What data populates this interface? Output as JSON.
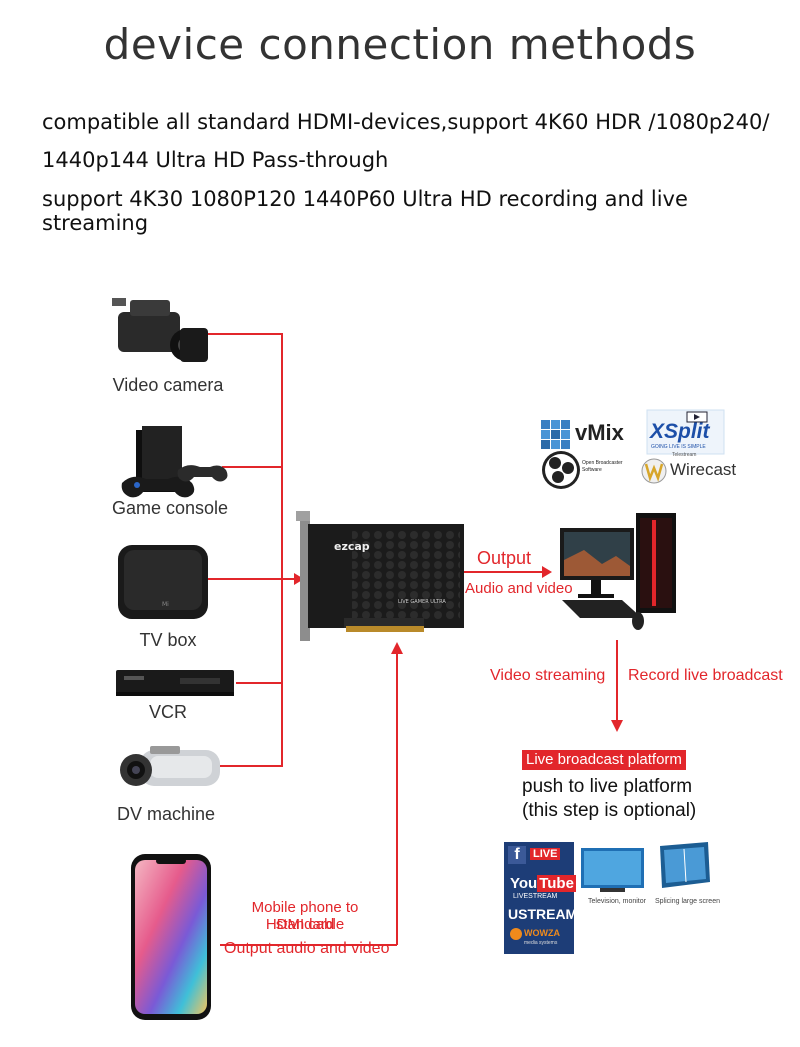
{
  "title": "device connection methods",
  "description": [
    "compatible all standard HDMI-devices,support 4K60 HDR /1080p240/",
    "1440p144 Ultra HD Pass-through",
    "support 4K30 1080P120 1440P60 Ultra HD recording and live streaming"
  ],
  "devices": [
    {
      "label": "Video camera",
      "icon": "video-camera-icon"
    },
    {
      "label": "Game console",
      "icon": "game-console-icon"
    },
    {
      "label": "TV box",
      "icon": "tv-box-icon"
    },
    {
      "label": "VCR",
      "icon": "vcr-icon"
    },
    {
      "label": "DV machine",
      "icon": "dv-camera-icon"
    }
  ],
  "capture_card": {
    "brand": "ezcap",
    "model": "LIVE GAMER ULTRA"
  },
  "output": {
    "title": "Output",
    "subtitle": "Audio and video"
  },
  "software": {
    "vmix": "vMix",
    "xsplit": "XSplit",
    "xsplit_tag": "GOING LIVE IS SIMPLE",
    "obs": "Open Broadcaster Software",
    "wirecast_brand": "Telestream",
    "wirecast": "Wirecast"
  },
  "pc_actions": {
    "left": "Video streaming",
    "right": "Record live broadcast"
  },
  "platform": {
    "badge": "Live broadcast platform",
    "line1": "push to live platform",
    "line2": "(this step is optional)",
    "logos": {
      "fb_live": "LIVE",
      "youtube_a": "You",
      "youtube_b": "Tube",
      "youtube_c": "LIVESTREAM",
      "ustream": "USTREAM",
      "wowza": "WOWZA",
      "wowza_sub": "media systems"
    },
    "tv_caption": "Television, monitor",
    "splice_caption": "Splicing large screen"
  },
  "phone": {
    "line1": "Mobile phone to standard",
    "line2": "HDMI cable",
    "line3": "Output audio and video"
  },
  "colors": {
    "accent": "#e2262b",
    "card": "#1b1b1b",
    "text": "#222222"
  }
}
